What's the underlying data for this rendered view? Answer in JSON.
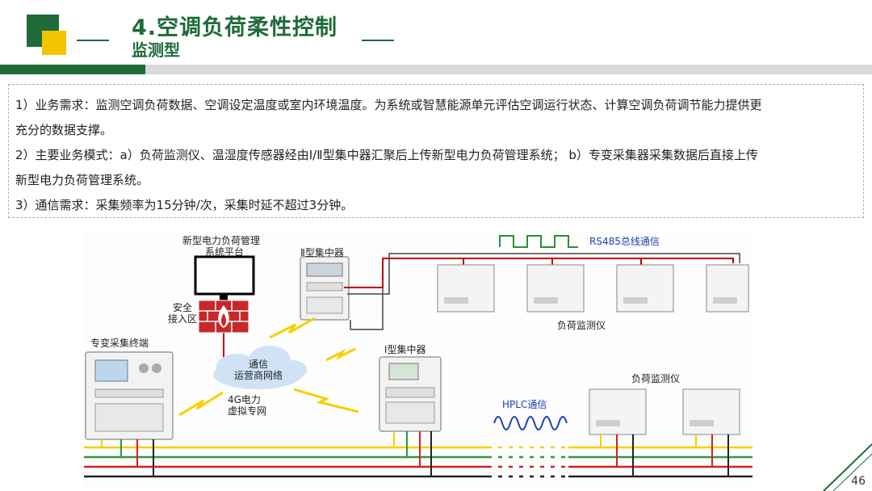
{
  "header": {
    "title": "4.空调负荷柔性控制",
    "subtitle": "监测型",
    "brand_colors": {
      "green": "#1f6b3a",
      "yellow": "#f5c400"
    }
  },
  "requirements": {
    "lines": [
      " 1）业务需求：监测空调负荷数据、空调设定温度或室内环境温度。为系统或智慧能源单元评估空调运行状态、计算空调负荷调节能力提供更",
      "充分的数据支撑。",
      "2）主要业务模式：a）负荷监测仪、温湿度传感器经由Ⅰ/Ⅱ型集中器汇聚后上传新型电力负荷管理系统；  b）专变采集器采集数据后直接上传",
      "新型电力负荷管理系统。",
      "3）通信需求：采集频率为15分钟/次，采集时延不超过3分钟。"
    ]
  },
  "diagram": {
    "platform_line1": "新型电力负荷管理",
    "platform_line2": "系统平台",
    "concentrator2": "Ⅱ型集中器",
    "rs485": "RS485总线通信",
    "security_line1": "安全",
    "security_line2": "接入区",
    "terminal": "专变采集终端",
    "network_line1": "通信",
    "network_line2": "运营商网络",
    "concentrator1": "Ⅰ型集中器",
    "vpn_line1": "4G电力",
    "vpn_line2": "虚拟专网",
    "load_monitor_top": "负荷监测仪",
    "load_monitor_bottom": "负荷监测仪",
    "hplc": "HPLC通信"
  },
  "page": {
    "number": "46"
  }
}
